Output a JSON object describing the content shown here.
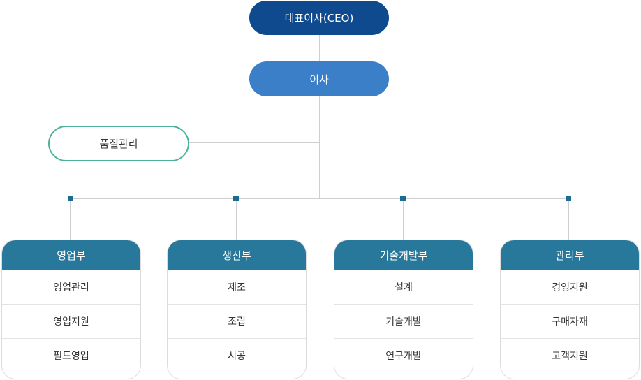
{
  "chart": {
    "ceo": "대표이사(CEO)",
    "director": "이사",
    "quality": "품질관리",
    "departments": [
      {
        "title": "영업부",
        "items": [
          "영업관리",
          "영업지원",
          "필드영업"
        ]
      },
      {
        "title": "생산부",
        "items": [
          "제조",
          "조립",
          "시공"
        ]
      },
      {
        "title": "기술개발부",
        "items": [
          "설계",
          "기술개발",
          "연구개발"
        ]
      },
      {
        "title": "관리부",
        "items": [
          "경영지원",
          "구매자재",
          "고객지원"
        ]
      }
    ]
  },
  "colors": {
    "ceo": "#0f4a8f",
    "director": "#3b7fc9",
    "quality_border": "#4cb39a",
    "dept_header": "#27789a",
    "connector": "#cfcfcf"
  }
}
